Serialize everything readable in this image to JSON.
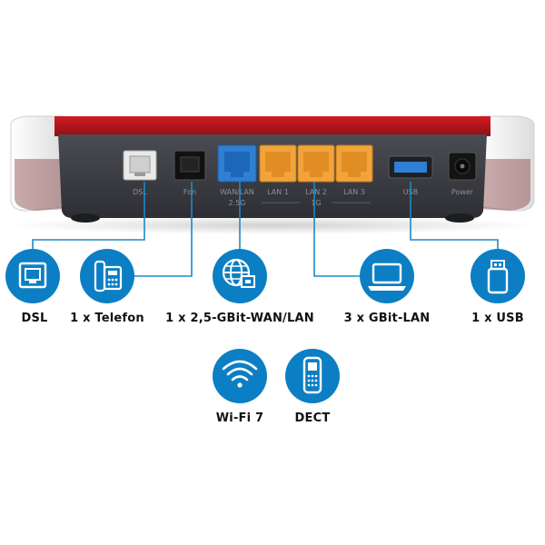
{
  "device": {
    "port_labels": {
      "dsl": "DSL",
      "fon": "Fon",
      "wan_lan": "WAN/LAN",
      "lan1": "LAN 1",
      "lan2": "LAN 2",
      "lan3": "LAN 3",
      "usb": "USB",
      "power": "Power",
      "speed_25": "2.5G",
      "speed_1g": "1G"
    }
  },
  "features": [
    {
      "id": "dsl",
      "label": "DSL",
      "icon": "ethernet-port-icon"
    },
    {
      "id": "telefon",
      "label": "1 x Telefon",
      "icon": "telephone-icon"
    },
    {
      "id": "wan-lan",
      "label": "1 x 2,5-GBit-WAN/LAN",
      "icon": "globe-network-icon"
    },
    {
      "id": "gbit-lan",
      "label": "3 x GBit-LAN",
      "icon": "laptop-icon"
    },
    {
      "id": "usb",
      "label": "1 x USB",
      "icon": "usb-stick-icon"
    },
    {
      "id": "wifi",
      "label": "Wi-Fi 7",
      "icon": "wifi-icon"
    },
    {
      "id": "dect",
      "label": "DECT",
      "icon": "dect-handset-icon"
    }
  ],
  "colors": {
    "accent_blue": "#0c7fc4",
    "router_red": "#b4151b",
    "router_dark": "#3a3c42",
    "port_orange": "#f2a33a",
    "port_blue": "#2f7fd3",
    "line_blue": "#1f88c8"
  }
}
